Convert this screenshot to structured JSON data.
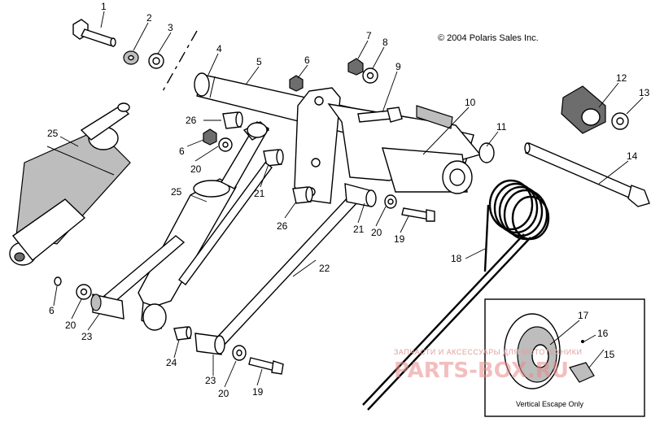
{
  "copyright": "© 2004 Polaris Sales Inc.",
  "inset_caption": "Vertical Escape Only",
  "watermark_small": "ЗАПЧАСТИ И АКСЕССУАРЫ ДЛЯ МОТОТЕХНИКИ",
  "watermark_large": "PARTS-BOX.RU",
  "callouts": [
    {
      "id": "c1",
      "label": "1"
    },
    {
      "id": "c2",
      "label": "2"
    },
    {
      "id": "c3",
      "label": "3"
    },
    {
      "id": "c4",
      "label": "4"
    },
    {
      "id": "c5",
      "label": "5"
    },
    {
      "id": "c6a",
      "label": "6"
    },
    {
      "id": "c6b",
      "label": "6"
    },
    {
      "id": "c6c",
      "label": "6"
    },
    {
      "id": "c7",
      "label": "7"
    },
    {
      "id": "c8",
      "label": "8"
    },
    {
      "id": "c9",
      "label": "9"
    },
    {
      "id": "c10",
      "label": "10"
    },
    {
      "id": "c11",
      "label": "11"
    },
    {
      "id": "c12",
      "label": "12"
    },
    {
      "id": "c13",
      "label": "13"
    },
    {
      "id": "c14",
      "label": "14"
    },
    {
      "id": "c15",
      "label": "15"
    },
    {
      "id": "c16",
      "label": "16"
    },
    {
      "id": "c17",
      "label": "17"
    },
    {
      "id": "c18",
      "label": "18"
    },
    {
      "id": "c19a",
      "label": "19"
    },
    {
      "id": "c19b",
      "label": "19"
    },
    {
      "id": "c20a",
      "label": "20"
    },
    {
      "id": "c20b",
      "label": "20"
    },
    {
      "id": "c20c",
      "label": "20"
    },
    {
      "id": "c20d",
      "label": "20"
    },
    {
      "id": "c21a",
      "label": "21"
    },
    {
      "id": "c21b",
      "label": "21"
    },
    {
      "id": "c22",
      "label": "22"
    },
    {
      "id": "c23a",
      "label": "23"
    },
    {
      "id": "c23b",
      "label": "23"
    },
    {
      "id": "c24",
      "label": "24"
    },
    {
      "id": "c25a",
      "label": "25"
    },
    {
      "id": "c25b",
      "label": "25"
    },
    {
      "id": "c26a",
      "label": "26"
    },
    {
      "id": "c26b",
      "label": "26"
    }
  ]
}
